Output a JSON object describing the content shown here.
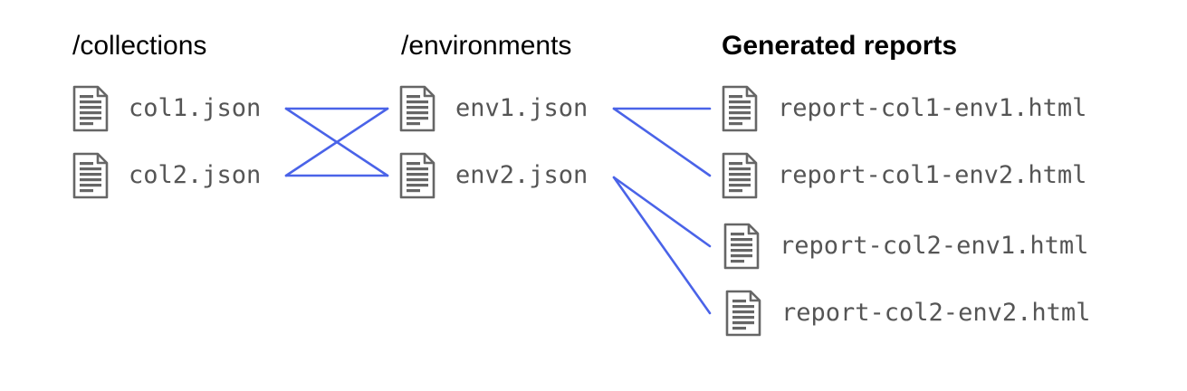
{
  "columns": {
    "collections": {
      "heading": "/collections",
      "files": [
        "col1.json",
        "col2.json"
      ]
    },
    "environments": {
      "heading": "/environments",
      "files": [
        "env1.json",
        "env2.json"
      ]
    },
    "reports": {
      "heading": "Generated reports",
      "files": [
        "report-col1-env1.html",
        "report-col1-env2.html",
        "report-col2-env1.html",
        "report-col2-env2.html"
      ]
    }
  },
  "icon": "document-icon",
  "colors": {
    "connector": "#4a63e8",
    "file_text": "#555555",
    "icon": "#666666"
  }
}
